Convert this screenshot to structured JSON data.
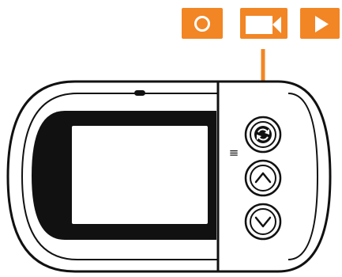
{
  "mode_icons": [
    {
      "id": "photo",
      "icon": "camera-icon",
      "active": false
    },
    {
      "id": "video",
      "icon": "video-camera-icon",
      "active": true
    },
    {
      "id": "playback",
      "icon": "play-icon",
      "active": false
    }
  ],
  "device": {
    "buttons": [
      {
        "id": "mode",
        "icon": "cycle-arrows-icon"
      },
      {
        "id": "up",
        "icon": "chevron-up-icon"
      },
      {
        "id": "down",
        "icon": "chevron-down-icon"
      }
    ],
    "side_mark": "≡"
  },
  "colors": {
    "accent": "#F28524",
    "line": "#111111",
    "background": "#FFFFFF"
  }
}
